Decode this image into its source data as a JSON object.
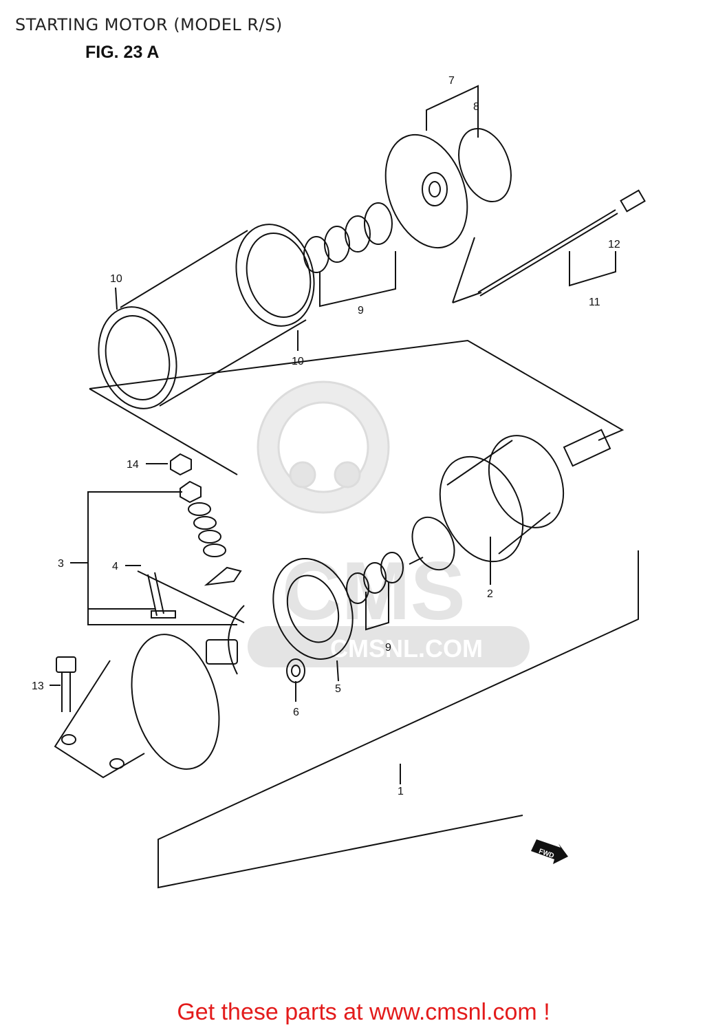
{
  "header": {
    "title": "STARTING MOTOR (MODEL R/S)",
    "figure": "FIG. 23 A"
  },
  "callouts": [
    {
      "id": "c7",
      "label": "7"
    },
    {
      "id": "c8",
      "label": "8"
    },
    {
      "id": "c12",
      "label": "12"
    },
    {
      "id": "c11",
      "label": "11"
    },
    {
      "id": "c9a",
      "label": "9"
    },
    {
      "id": "c10a",
      "label": "10"
    },
    {
      "id": "c10b",
      "label": "10"
    },
    {
      "id": "c14",
      "label": "14"
    },
    {
      "id": "c3",
      "label": "3"
    },
    {
      "id": "c4",
      "label": "4"
    },
    {
      "id": "c2",
      "label": "2"
    },
    {
      "id": "c9b",
      "label": "9"
    },
    {
      "id": "c13",
      "label": "13"
    },
    {
      "id": "c5",
      "label": "5"
    },
    {
      "id": "c6",
      "label": "6"
    },
    {
      "id": "c1",
      "label": "1"
    }
  ],
  "fwd_arrow": "FWD",
  "watermark": {
    "brand": "CMS",
    "url": "CMSNL.COM"
  },
  "footer": {
    "text": "Get these parts at www.cmsnl.com !"
  },
  "colors": {
    "footer_text": "#e31b1b",
    "line_art": "#111111",
    "watermark": "#e6e6e6"
  }
}
